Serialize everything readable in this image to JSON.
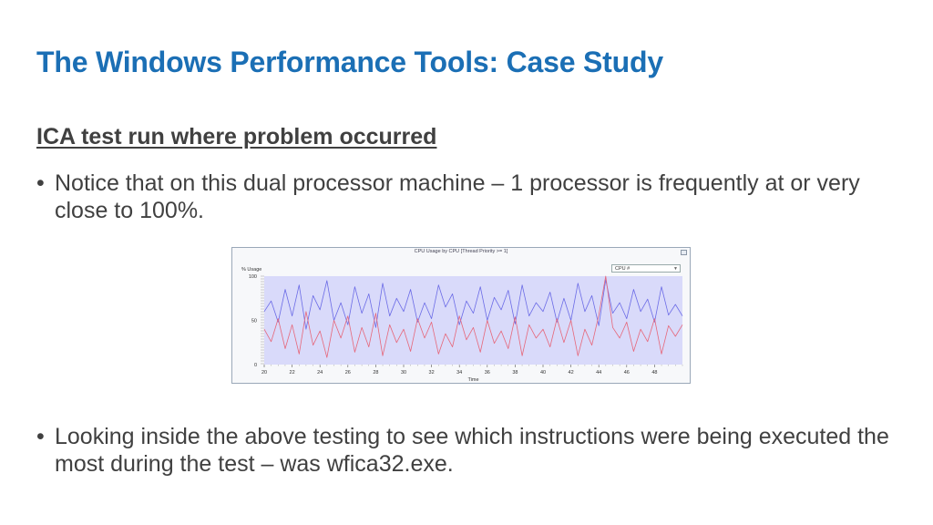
{
  "slide": {
    "title": "The Windows Performance Tools: Case Study",
    "subheading": "ICA test run where problem occurred",
    "bullet_char": "•",
    "bullets": [
      "Notice that on this dual processor machine – 1 processor is frequently at or very close to 100%.",
      "Looking inside the above testing to see which instructions were being executed the most during the test – was wfica32.exe."
    ]
  },
  "screenshot": {
    "window_title": "CPU Usage by CPU [Thread Priority >= 1]",
    "dropdown_label": "CPU #",
    "dropdown_icon": "chevron-down-icon",
    "colors": {
      "plot_bg": "#d9dafa",
      "cpu_a": "#6b6be6",
      "cpu_b": "#e6677a",
      "window_border": "#9aa8b8"
    }
  },
  "chart_data": {
    "type": "line",
    "title": "CPU Usage by CPU [Thread Priority >= 1]",
    "xlabel": "Time",
    "ylabel": "% Usage",
    "xlim": [
      20,
      50
    ],
    "ylim": [
      0,
      100
    ],
    "x_ticks": [
      "20",
      "22",
      "24",
      "26",
      "28",
      "30",
      "32",
      "34",
      "36",
      "38",
      "40",
      "42",
      "44",
      "46",
      "48"
    ],
    "y_ticks": [
      "0",
      "50",
      "100"
    ],
    "grid": false,
    "legend": "none",
    "x": [
      20,
      20.5,
      21,
      21.5,
      22,
      22.5,
      23,
      23.5,
      24,
      24.5,
      25,
      25.5,
      26,
      26.5,
      27,
      27.5,
      28,
      28.5,
      29,
      29.5,
      30,
      30.5,
      31,
      31.5,
      32,
      32.5,
      33,
      33.5,
      34,
      34.5,
      35,
      35.5,
      36,
      36.5,
      37,
      37.5,
      38,
      38.5,
      39,
      39.5,
      40,
      40.5,
      41,
      41.5,
      42,
      42.5,
      43,
      43.5,
      44,
      44.5,
      45,
      45.5,
      46,
      46.5,
      47,
      47.5,
      48,
      48.5,
      49,
      49.5,
      50
    ],
    "series": [
      {
        "values": [
          60,
          72,
          48,
          85,
          55,
          90,
          40,
          78,
          62,
          95,
          50,
          70,
          45,
          88,
          58,
          80,
          42,
          92,
          55,
          75,
          60,
          85,
          48,
          70,
          52,
          90,
          65,
          80,
          45,
          72,
          58,
          88,
          50,
          76,
          62,
          84,
          46,
          90,
          55,
          70,
          60,
          82,
          48,
          75,
          50,
          92,
          60,
          78,
          44,
          96,
          58,
          70,
          52,
          85,
          60,
          74,
          48,
          88,
          56,
          68,
          55
        ]
      },
      {
        "values": [
          40,
          26,
          52,
          18,
          45,
          12,
          60,
          22,
          38,
          8,
          50,
          30,
          55,
          14,
          42,
          20,
          58,
          10,
          45,
          25,
          40,
          15,
          52,
          30,
          48,
          12,
          35,
          20,
          55,
          28,
          42,
          14,
          50,
          24,
          38,
          18,
          54,
          10,
          45,
          30,
          40,
          20,
          52,
          25,
          50,
          10,
          40,
          22,
          56,
          100,
          42,
          30,
          48,
          15,
          40,
          26,
          52,
          12,
          44,
          32,
          45
        ]
      }
    ]
  }
}
